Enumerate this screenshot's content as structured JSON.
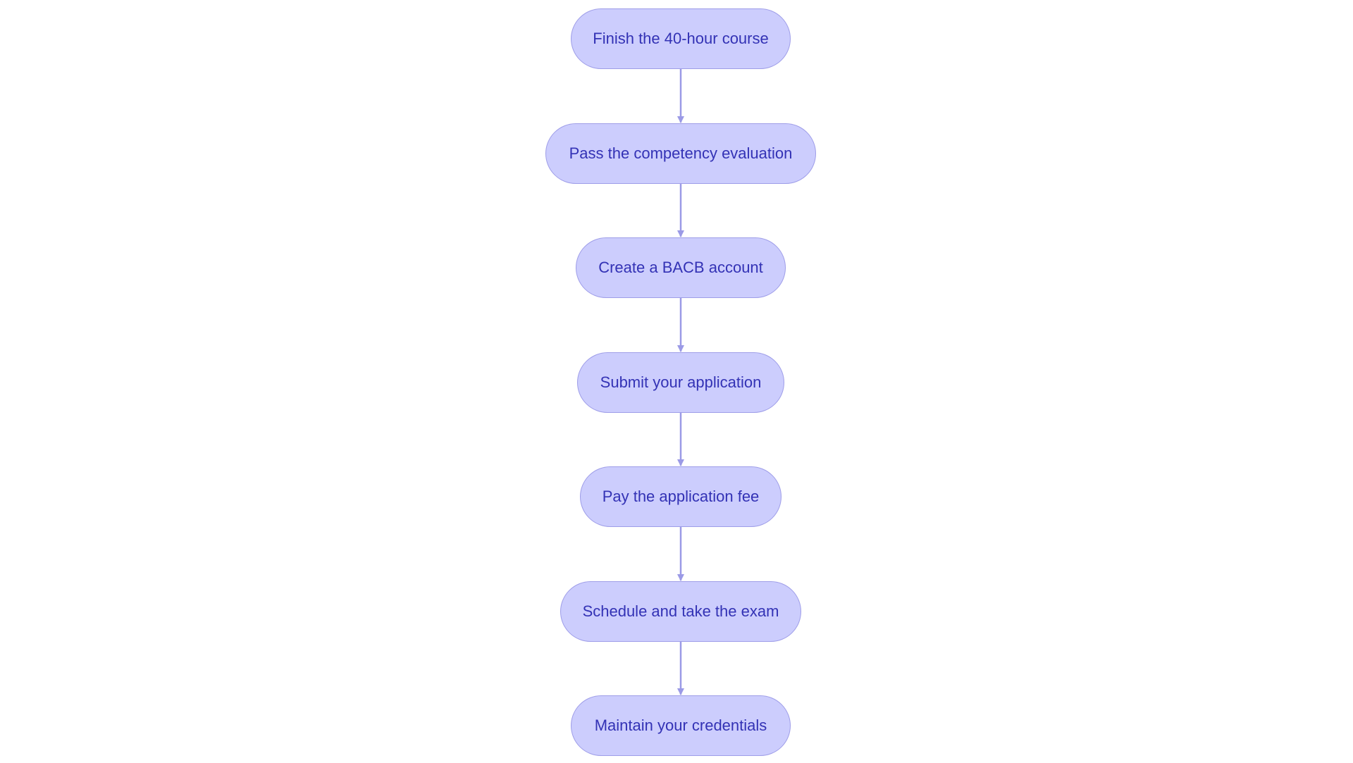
{
  "colors": {
    "background": "#ffffff",
    "node_fill": "#cccdfd",
    "node_border": "#9e9de8",
    "node_text": "#3332b5",
    "arrow": "#9b9ae6"
  },
  "flowchart": {
    "steps": [
      {
        "label": "Finish the 40-hour course"
      },
      {
        "label": "Pass the competency evaluation"
      },
      {
        "label": "Create a BACB account"
      },
      {
        "label": "Submit your application"
      },
      {
        "label": "Pay the application fee"
      },
      {
        "label": "Schedule and take the exam"
      },
      {
        "label": "Maintain your credentials"
      }
    ]
  }
}
